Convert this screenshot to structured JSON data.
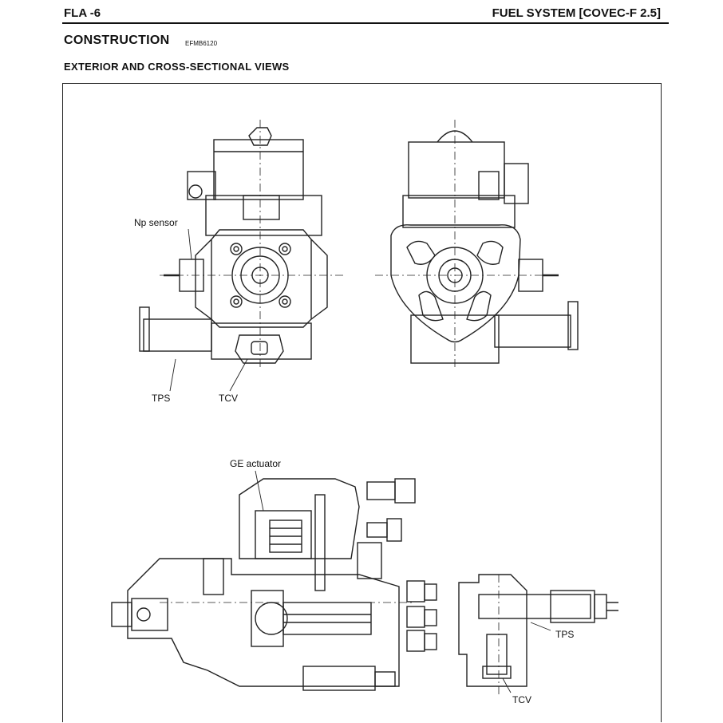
{
  "header": {
    "left": "FLA -6",
    "right": "FUEL SYSTEM [COVEC-F 2.5]"
  },
  "section": {
    "title": "CONSTRUCTION",
    "code": "EFMB6120"
  },
  "subtitle": "EXTERIOR AND CROSS-SECTIONAL VIEWS",
  "labels": {
    "np_sensor": "Np sensor",
    "tps_top": "TPS",
    "tcv_top": "TCV",
    "ge_actuator": "GE actuator",
    "tps_bottom": "TPS",
    "tcv_bottom": "TCV"
  }
}
